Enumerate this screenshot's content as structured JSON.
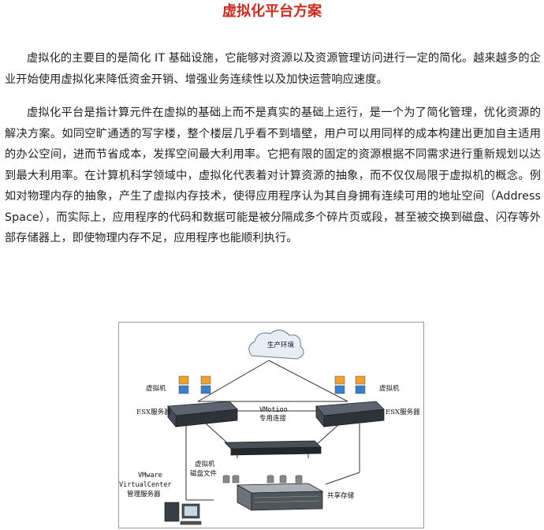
{
  "article": {
    "title": "虚拟化平台方案",
    "paragraphs": [
      "虚拟化的主要目的是简化 IT 基础设施，它能够对资源以及资源管理访问进行一定的简化。越来越多的企业开始使用虚拟化来降低资金开销、增强业务连续性以及加快运营响应速度。",
      "虚拟化平台是指计算元件在虚拟的基础上而不是真实的基础上运行，是一个为了简化管理，优化资源的解决方案。如同空旷通透的写字楼，整个楼层几乎看不到墙壁，用户可以用同样的成本构建出更加自主适用的办公空间，进而节省成本，发挥空间最大利用率。它把有限的固定的资源根据不同需求进行重新规划以达到最大利用率。在计算机科学领域中，虚拟化代表着对计算资源的抽象，而不仅仅局限于虚拟机的概念。例如对物理内存的抽象，产生了虚拟内存技术，使得应用程序认为其自身拥有连续可用的地址空间（Address Space），而实际上，应用程序的代码和数据可能是被分隔成多个碎片页或段，甚至被交换到磁盘、闪存等外部存储器上，即使物理内存不足，应用程序也能顺利执行。"
    ]
  },
  "diagram": {
    "cloud_label": "生产环境",
    "vm_left_label": "虚拟机",
    "vm_right_label": "虚拟机",
    "esx_left_label": "ESX服务器",
    "esx_right_label": "ESX服务器",
    "vmotion_line1": "VMotion",
    "vmotion_line2": "专用连接",
    "vc_line1": "VMware",
    "vc_line2": "VirtualCenter",
    "vc_line3": "管理服务器",
    "disk_line1": "虚拟机",
    "disk_line2": "磁盘文件",
    "storage_label": "共享存储"
  }
}
